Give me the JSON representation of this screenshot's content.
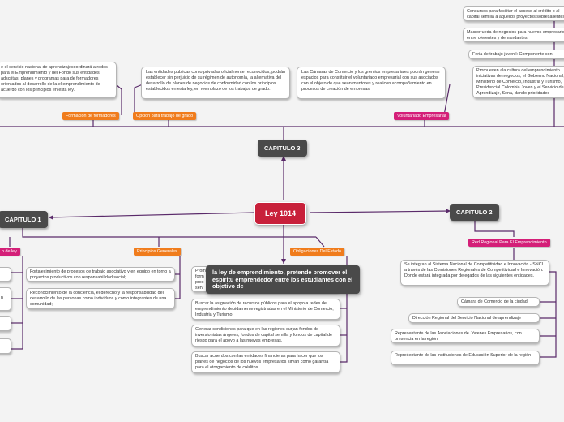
{
  "center": {
    "label": "Ley 1014"
  },
  "capitulos": {
    "cap1": "CAPITULO 1",
    "cap2": "CAPITULO 2",
    "cap3": "CAPITULO 3"
  },
  "tags": {
    "formacion": "Formación de formadores",
    "opcion": "Opción para trabajo de grado",
    "voluntariado": "Voluntariado Empresarial",
    "objeto": "o de ley",
    "principios": "Principios Generales",
    "obligaciones": "Obligaciones Del Estado",
    "red": "Red Regional Para El Emprendimiento"
  },
  "top_boxes": {
    "formacion_text": "e el servicio nacional de aprendizajecoordinará a redes para el Emprendimiento y del Fondo sus entidades adscritas, planes y programas para de formadores orientados al desarrollo de la el emprendimiento de acuerdo con los principios en esta ley.",
    "opcion_text": "Las entidades publicas como privadas oficialmente reconocidos, podrán establecer sin perjuicio de su régimen de autonomía, la alternativa del desarrollo de planes de negocios de conformidad con los principios establecidos en esta ley, en reemplazo de los trabajos de grado.",
    "voluntariado_text": "Las Cámaras de Comercio y los gremios empresariales podrán generar espacios para constituir el voluntariado empresarial con sus asociados con el objeto de que sean mentores y realicen acompañamiento en procesos de creación de empresas."
  },
  "right_top": {
    "item1": "Concursos para facilitar el acceso al crédito o al capital semilla a aquellos proyectos sobresalientes.",
    "item2": "Macrorrueda de negocios para nuevos empresarios, entre oferentes y demandantes.",
    "item3": "Feria de trabajo juvenil: Componente con",
    "item4": "Promueven ala cultura del emprendimiento iniciativas de negocios, el Gobierno Nacional, Ministerio de Comercio, Industria y Turismo, Presidencial Colombia Joven y el Servicio de Aprendizaje, Sena, dando prioridades"
  },
  "principios": {
    "item1": "Fortalecimiento de procesos de trabajo asociativo y en equipo en torno a proyectos productivos con responsabilidad social;",
    "item2": "Reconocimiento de la conciencia, el derecho y la responsabilidad del desarrollo de las personas como individuos y como integrantes de una comunidad;"
  },
  "left_stubs": {
    "text": "n"
  },
  "obligaciones": {
    "item1": "Prom form proc serv",
    "item2": "Buscar la asignación de recursos públicos para el apoyo a redes de emprendimiento debidamente registradas en el Ministerio de Comercio, Industria y Turismo.",
    "item3": "Generar condiciones para que en las regiones surjan fondos de inversionistas ángeles, fondos de capital semilla y fondos de capital de riesgo para el apoyo a las nuevas empresas.",
    "item4": "Buscar acuerdos con las entidades financieras para hacer que los planes de negocios de los nuevos empresarios sirvan como garantía para el otorgamiento de créditos."
  },
  "tooltip": {
    "text": "la ley de emprendimiento, pretende promover el espíritu emprendedor entre los estudiantes con el objetivo de"
  },
  "red": {
    "description": "Se integran al Sistema Nacional de Competitividad e Innovación - SNCI a través de las Comisiones Regionales de Competitividad e Innovación. Donde estará integrada por delegados de las siguientes entidades.",
    "item1": "Cámara de Comercio de la ciudad",
    "item2": "Dirección Regional del Servicio Nacional de aprendizaje",
    "item3": "Representante de las Asociaciones de Jóvenes Empresarios, con presencia en la región",
    "item4": "Repreśentante de las instituciones de Educación Superior de la región"
  },
  "colors": {
    "background": "#f3f3f3",
    "center": "#c8203a",
    "capitulo": "#4a4a4a",
    "tag_orange": "#f07c1c",
    "tag_pink": "#d41f78",
    "connector": "#5a2a6a"
  }
}
